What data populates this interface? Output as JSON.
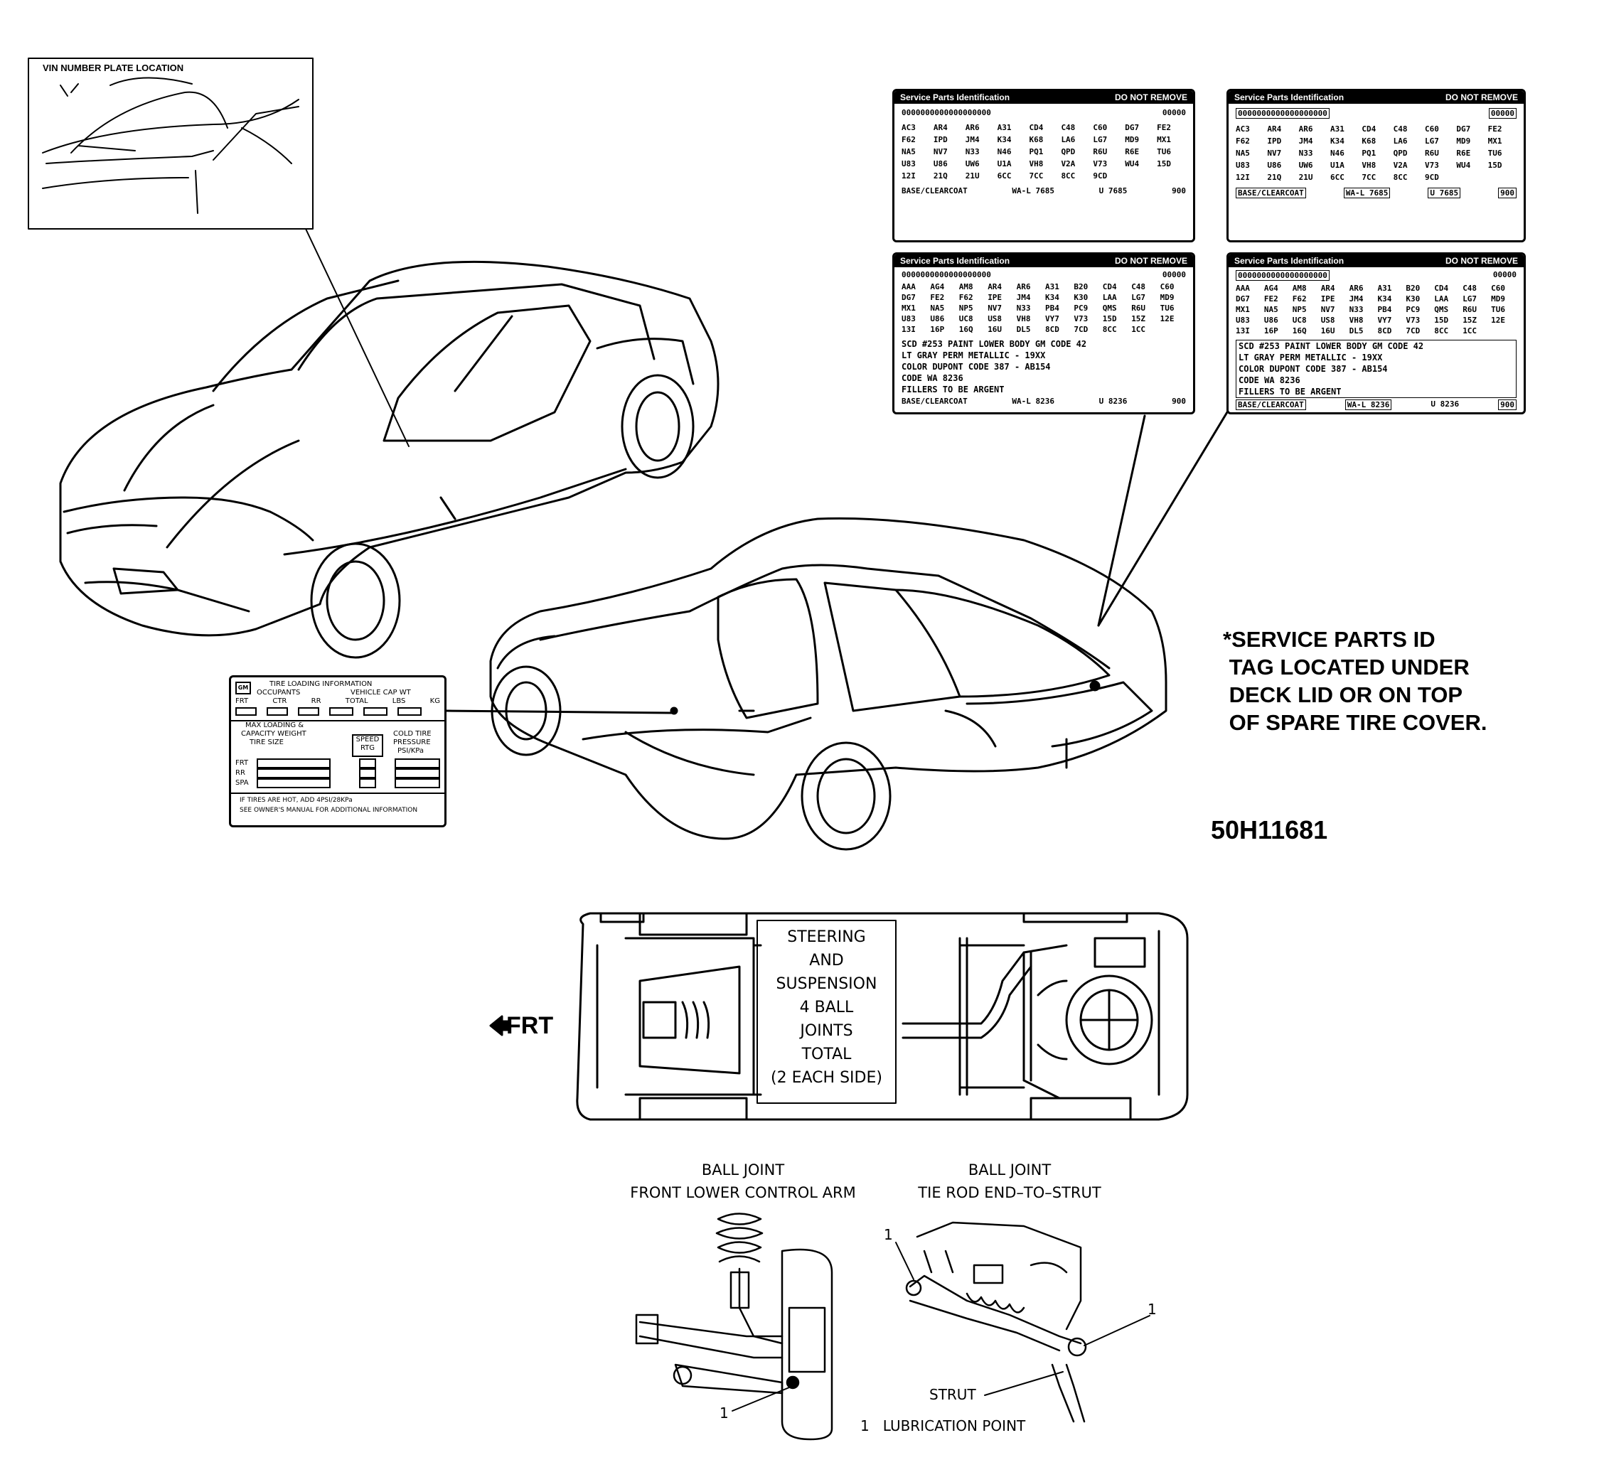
{
  "vin_plate": {
    "title": "VIN NUMBER PLATE LOCATION"
  },
  "spi_tags": {
    "header_left": "Service Parts Identification",
    "header_right": "DO NOT REMOVE",
    "tag1": {
      "number": "0000000000000000000",
      "serial": "00000",
      "codes": [
        "AC3",
        "AR4",
        "AR6",
        "A31",
        "CD4",
        "C48",
        "C60",
        "DG7",
        "FE2",
        "F62",
        "IPD",
        "JM4",
        "K34",
        "K68",
        "LA6",
        "LG7",
        "MD9",
        "MX1",
        "NA5",
        "NV7",
        "N33",
        "N46",
        "PQ1",
        "QPD",
        "R6U",
        "R6E",
        "TU6",
        "U83",
        "U86",
        "UW6",
        "U1A",
        "VH8",
        "V2A",
        "V73",
        "WU4",
        "15D",
        "12I",
        "21Q",
        "21U",
        "6CC",
        "7CC",
        "8CC",
        "9CD"
      ],
      "base": "BASE/CLEARCOAT",
      "wa": "WA-L 7685",
      "u": "U 7685",
      "paint": "900"
    },
    "tag2": {
      "number": "0000000000000000000",
      "serial": "00000",
      "codes": [
        "AC3",
        "AR4",
        "AR6",
        "A31",
        "CD4",
        "C48",
        "C60",
        "DG7",
        "FE2",
        "F62",
        "IPD",
        "JM4",
        "K34",
        "K68",
        "LA6",
        "LG7",
        "MD9",
        "MX1",
        "NA5",
        "NV7",
        "N33",
        "N46",
        "PQ1",
        "QPD",
        "R6U",
        "R6E",
        "TU6",
        "U83",
        "U86",
        "UW6",
        "U1A",
        "VH8",
        "V2A",
        "V73",
        "WU4",
        "15D",
        "12I",
        "21Q",
        "21U",
        "6CC",
        "7CC",
        "8CC",
        "9CD"
      ],
      "base": "BASE/CLEARCOAT",
      "wa": "WA-L 7685",
      "u": "U 7685",
      "paint": "900"
    },
    "tag3": {
      "number": "0000000000000000000",
      "serial": "00000",
      "codes": [
        "AAA",
        "AG4",
        "AM8",
        "AR4",
        "AR6",
        "A31",
        "B20",
        "CD4",
        "C48",
        "C60",
        "DG7",
        "FE2",
        "F62",
        "IPE",
        "JM4",
        "K34",
        "K30",
        "LAA",
        "LG7",
        "MD9",
        "MX1",
        "NA5",
        "NP5",
        "NV7",
        "N33",
        "PB4",
        "PC9",
        "QMS",
        "R6U",
        "TU6",
        "U83",
        "U86",
        "UC8",
        "US8",
        "VH8",
        "VY7",
        "V73",
        "15D",
        "15Z",
        "12E",
        "13I",
        "16P",
        "16Q",
        "16U",
        "DL5",
        "8CD",
        "7CD",
        "8CC",
        "1CC"
      ],
      "note": [
        "SCD #253 PAINT LOWER BODY GM CODE 42",
        "LT GRAY PERM METALLIC - 19XX",
        "COLOR DUPONT CODE 387 - AB154",
        "CODE WA 8236",
        "FILLERS TO BE ARGENT"
      ],
      "base": "BASE/CLEARCOAT",
      "wa": "WA-L 8236",
      "u": "U 8236",
      "paint": "900"
    },
    "tag4": {
      "number": "0000000000000000000",
      "serial": "00000",
      "codes": [
        "AAA",
        "AG4",
        "AM8",
        "AR4",
        "AR6",
        "A31",
        "B20",
        "CD4",
        "C48",
        "C60",
        "DG7",
        "FE2",
        "F62",
        "IPE",
        "JM4",
        "K34",
        "K30",
        "LAA",
        "LG7",
        "MD9",
        "MX1",
        "NA5",
        "NP5",
        "NV7",
        "N33",
        "PB4",
        "PC9",
        "QMS",
        "R6U",
        "TU6",
        "U83",
        "U86",
        "UC8",
        "US8",
        "VH8",
        "VY7",
        "V73",
        "15D",
        "15Z",
        "12E",
        "13I",
        "16P",
        "16Q",
        "16U",
        "DL5",
        "8CD",
        "7CD",
        "8CC",
        "1CC"
      ],
      "note": [
        "SCD #253 PAINT LOWER BODY GM CODE 42",
        "LT GRAY PERM METALLIC - 19XX",
        "COLOR DUPONT CODE 387 - AB154",
        "CODE WA 8236",
        "FILLERS TO BE ARGENT"
      ],
      "base": "BASE/CLEARCOAT",
      "wa": "WA-L 8236",
      "u": "U 8236",
      "paint": "900"
    }
  },
  "tire_label": {
    "title": "TIRE LOADING INFORMATION",
    "occupants": "OCCUPANTS",
    "vehicle_cap": "VEHICLE CAP WT",
    "cols": [
      "FRT",
      "CTR",
      "RR",
      "TOTAL",
      "LBS",
      "KG"
    ],
    "max_loading": "MAX LOADING &",
    "capacity": "CAPACITY WEIGHT",
    "tire_size": "TIRE SIZE",
    "speed": "SPEED",
    "rtg": "RTG",
    "cold_tire": "COLD TIRE",
    "pressure": "PRESSURE",
    "psi": "PSI/KPa",
    "rows": [
      "FRT",
      "RR",
      "SPA"
    ],
    "footer1": "IF TIRES ARE HOT, ADD 4PSI/28KPa",
    "footer2": "SEE OWNER'S MANUAL FOR ADDITIONAL INFORMATION"
  },
  "service_note": "*SERVICE PARTS ID\n TAG LOCATED UNDER\n DECK LID OR ON TOP\n OF SPARE TIRE COVER.",
  "part_number": "50H11681",
  "frt_label": "FRT",
  "steering_box": "STEERING\nAND\nSUSPENSION\n4 BALL\nJOINTS\nTOTAL\n(2 EACH SIDE)",
  "ball_joint_left": "BALL JOINT\nFRONT LOWER CONTROL ARM",
  "ball_joint_right": "BALL JOINT\nTIE ROD END–TO–STRUT",
  "callout_1": "1",
  "strut_label": "STRUT",
  "lubrication": "1   LUBRICATION POINT"
}
